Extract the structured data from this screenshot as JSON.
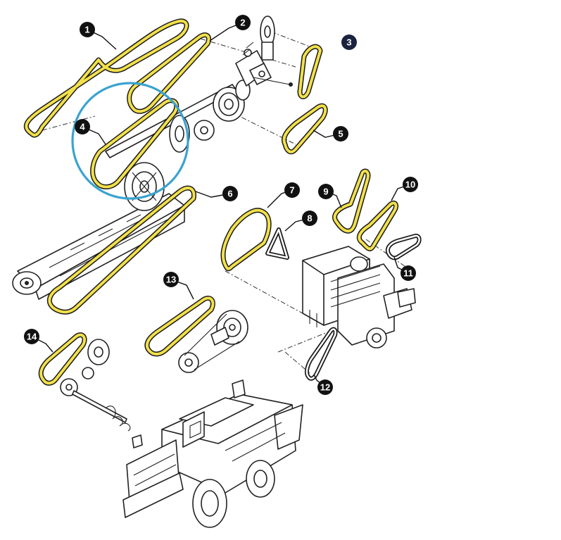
{
  "callouts": [
    {
      "id": "callout-1",
      "label": "1"
    },
    {
      "id": "callout-2",
      "label": "2"
    },
    {
      "id": "callout-3",
      "label": "3"
    },
    {
      "id": "callout-4",
      "label": "4"
    },
    {
      "id": "callout-5",
      "label": "5"
    },
    {
      "id": "callout-6",
      "label": "6"
    },
    {
      "id": "callout-7",
      "label": "7"
    },
    {
      "id": "callout-8",
      "label": "8"
    },
    {
      "id": "callout-9",
      "label": "9"
    },
    {
      "id": "callout-10",
      "label": "10"
    },
    {
      "id": "callout-11",
      "label": "11"
    },
    {
      "id": "callout-12",
      "label": "12"
    },
    {
      "id": "callout-13",
      "label": "13"
    },
    {
      "id": "callout-14",
      "label": "14"
    }
  ],
  "colors": {
    "belt_fill": "#f2e04a",
    "belt_outline": "#1a1a1a",
    "callout_fill": "#111111",
    "callout_3_fill": "#1c2340",
    "highlight_ring": "#3aa3cf"
  }
}
